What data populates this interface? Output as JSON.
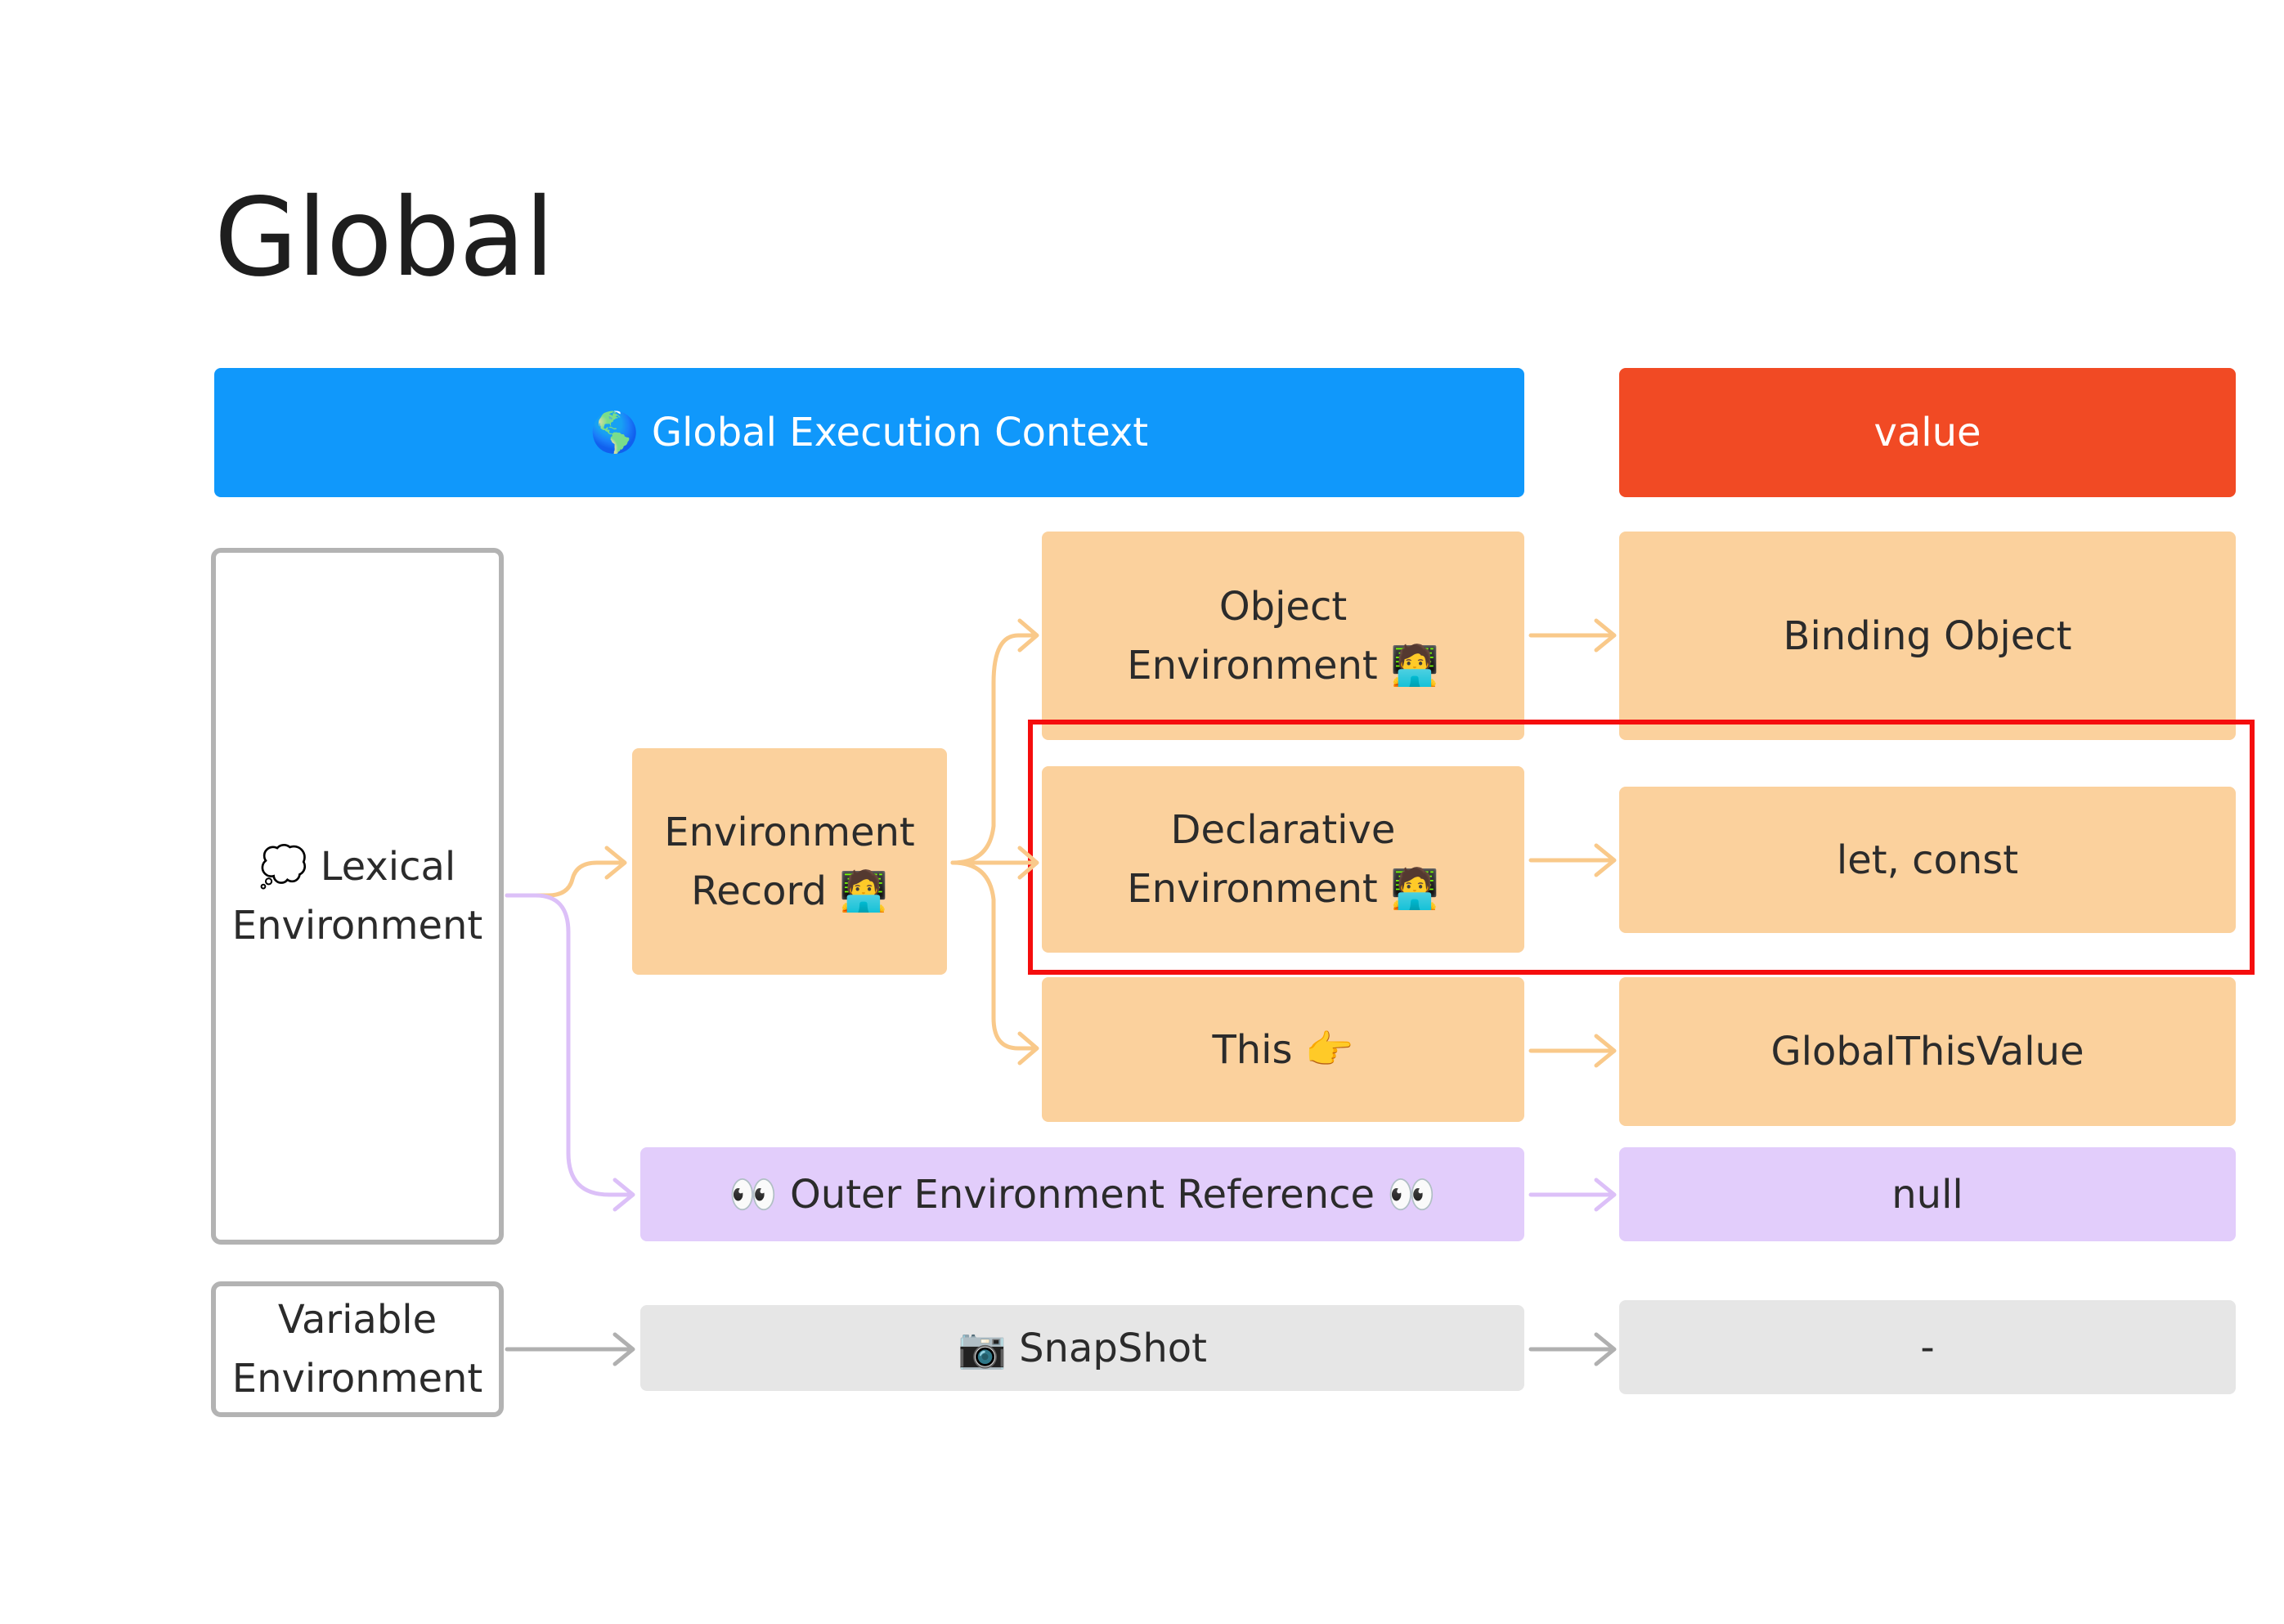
{
  "title": "Global",
  "header": {
    "context": "🌎 Global Execution Context",
    "value": "value"
  },
  "left": {
    "lexical": "💭 Lexical\nEnvironment",
    "variable": "Variable\nEnvironment"
  },
  "middle": {
    "environment_record": "Environment\nRecord 🧑‍💻",
    "object_env": "Object\nEnvironment 🧑‍💻",
    "declarative_env": "Declarative\nEnvironment 🧑‍💻",
    "this": "This 👉",
    "outer_ref": "👀 Outer Environment Reference 👀",
    "snapshot": "📷 SnapShot"
  },
  "values": {
    "binding_object": "Binding Object",
    "let_const": "let, const",
    "global_this": "GlobalThisValue",
    "null": "null",
    "dash": "-"
  },
  "colors": {
    "blue": "#1098fb",
    "red": "#f14a24",
    "orange": "#fbd19d",
    "orange_line": "#f9c98a",
    "purple": "#e2cdfb",
    "purple_line": "#dcc0f8",
    "gray": "#e6e6e6",
    "gray_line": "#b0b0b0",
    "highlight": "#f50d0d"
  }
}
